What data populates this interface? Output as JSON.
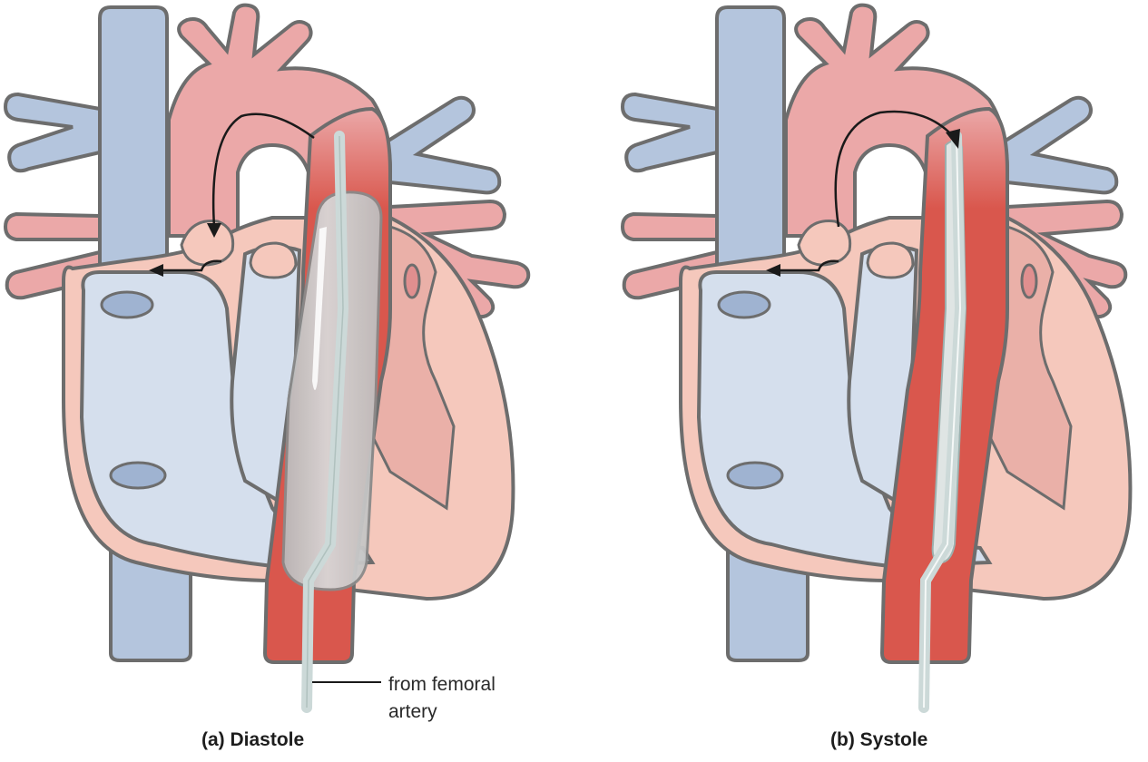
{
  "panels": [
    {
      "id": "a",
      "caption": "(a) Diastole",
      "balloon_state": "inflated"
    },
    {
      "id": "b",
      "caption": "(b) Systole",
      "balloon_state": "deflated"
    }
  ],
  "callout": {
    "text": "from femoral artery"
  },
  "colors": {
    "vein_blue": "#b4c5dd",
    "chamber_blue": "#d5dfed",
    "artery_pink": "#eba8a8",
    "myocardium_pink": "#f5c8bc",
    "aorta_red": "#d9574d",
    "balloon_gray": "#c8c8c8",
    "catheter": "#ccd9d8",
    "outline": "#6d6d6d",
    "arrow": "#1a1a1a"
  }
}
